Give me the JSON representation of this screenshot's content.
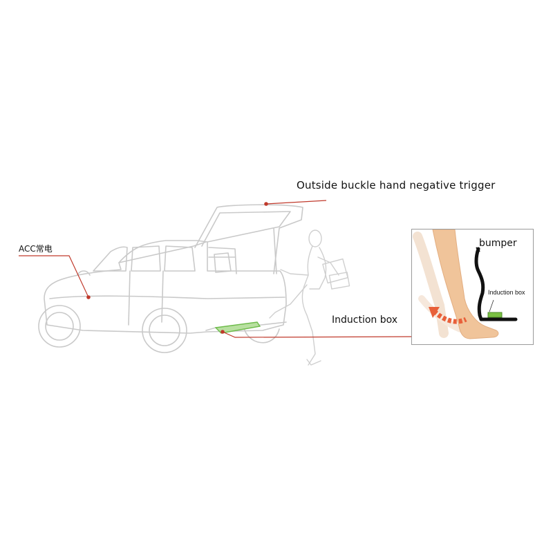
{
  "labels": {
    "trigger": "Outside buckle hand negative trigger",
    "acc": "ACC常电",
    "induction_box": "Induction box"
  },
  "inset": {
    "bumper": "bumper",
    "induction_box": "Induction box"
  },
  "colors": {
    "leader": "#c0392b",
    "outline": "#c8c8c8",
    "sensor": "#7bc043",
    "skin": "#f0c49a",
    "arrow": "#e8603a"
  },
  "icons": [
    "car-outline",
    "woman-figure",
    "leg-kick-icon",
    "bumper-profile",
    "motion-arrow-icon"
  ]
}
